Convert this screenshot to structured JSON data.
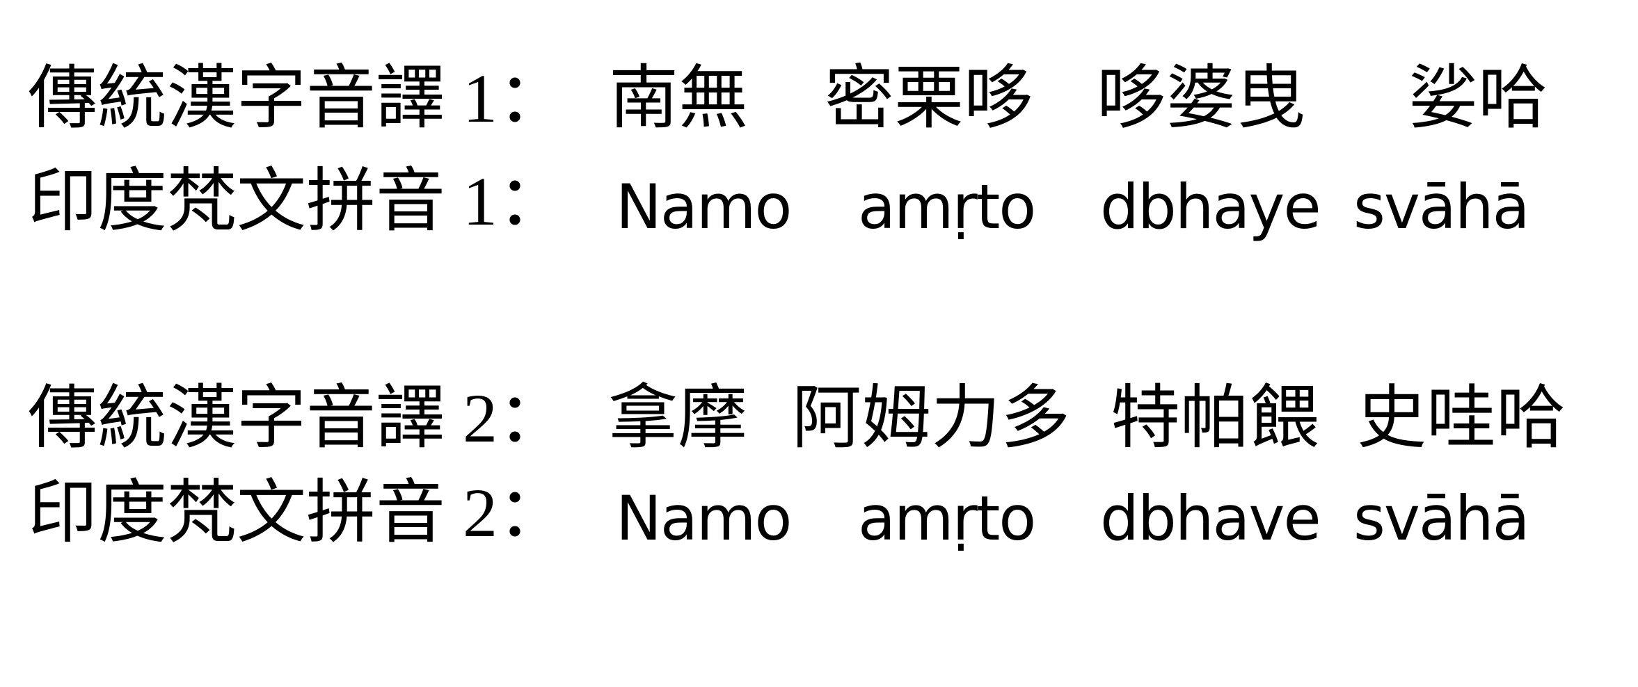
{
  "page": {
    "background_color": "#ffffff",
    "text_color": "#000000"
  },
  "rows": [
    {
      "label": "傳統漢字音譯 1：",
      "script": "cjk",
      "words": [
        "南無",
        "密栗哆",
        "哆婆曳",
        "娑哈"
      ]
    },
    {
      "label": "印度梵文拼音 1：",
      "script": "latin",
      "words": [
        "Namo",
        "amṛto",
        "dbhaye",
        "svāhā"
      ]
    },
    {
      "label": "傳統漢字音譯 2：",
      "script": "cjk",
      "words": [
        "拿摩",
        "阿姆力多",
        "特帕餵",
        "史哇哈"
      ]
    },
    {
      "label": "印度梵文拼音 2：",
      "script": "latin",
      "words": [
        "Namo",
        "amṛto",
        "dbhave",
        "svāhā"
      ]
    }
  ]
}
